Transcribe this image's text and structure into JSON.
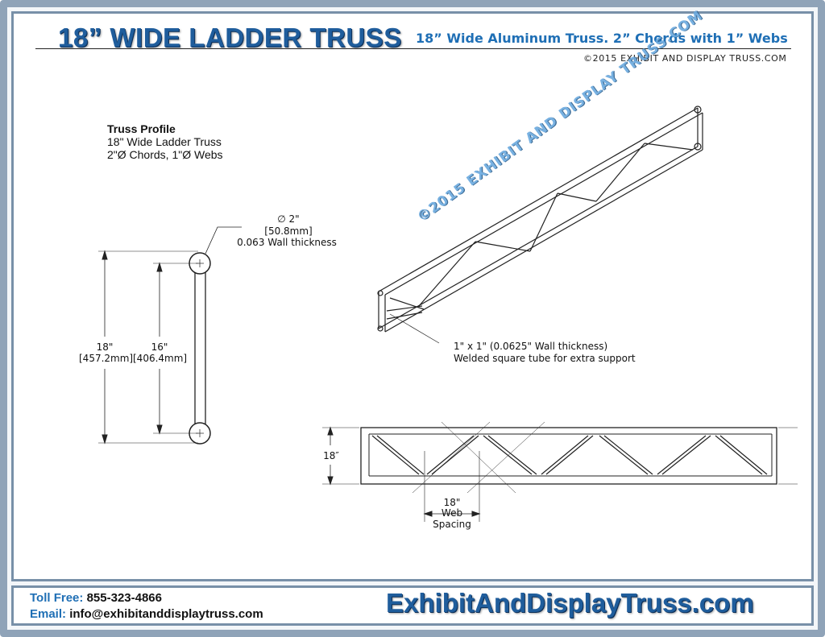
{
  "header": {
    "title": "18” WIDE LADDER TRUSS",
    "subtitle": "18” Wide Aluminum Truss. 2” Chords with 1” Webs",
    "copyright": "©2015 EXHIBIT AND DISPLAY TRUSS.COM"
  },
  "profile": {
    "heading": "Truss Profile",
    "line1": "18\" Wide Ladder Truss",
    "line2": "2\"Ø Chords, 1\"Ø Webs"
  },
  "dimensions": {
    "chord_dia": "∅ 2\"",
    "chord_mm": "[50.8mm]",
    "chord_wall": "0.063 Wall thickness",
    "outer_in": "18\"",
    "outer_mm": "[457.2mm]",
    "inner_in": "16\"",
    "inner_mm": "[406.4mm]",
    "tube_spec": "1\" x 1\" (0.0625\" Wall thickness)",
    "tube_note": "Welded square tube for extra support",
    "side_height": "18″",
    "web_spacing_in": "18\"",
    "web_spacing_l1": "Web",
    "web_spacing_l2": "Spacing"
  },
  "watermark": "©2015 EXHIBIT AND DISPLAY TRUSS.COM",
  "footer": {
    "toll_label": "Toll Free:",
    "toll_value": "855-323-4866",
    "email_label": "Email:",
    "email_value": "info@exhibitanddisplaytruss.com",
    "brand": "ExhibitAndDisplayTruss.com"
  },
  "colors": {
    "brand_blue": "#1f5d9c",
    "accent_blue": "#1f6fb5",
    "frame": "#8fa3b8"
  }
}
